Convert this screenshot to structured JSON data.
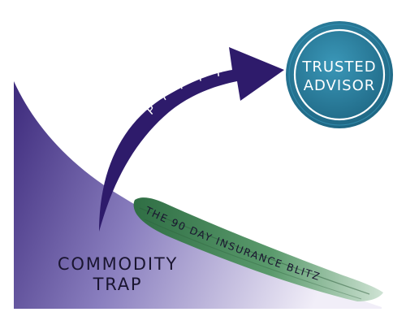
{
  "commodity_trap": {
    "line1": "COMMODITY",
    "line2": "TRAP"
  },
  "steps": {
    "p1": "P",
    "p1_sup": "1",
    "p2": "P",
    "p2_sup": "2",
    "p3": "P",
    "p3_sup": "3",
    "p4": "P",
    "p4_sup": "4",
    "p5": "P",
    "p5_sup": "5"
  },
  "badge": {
    "line1": "TRUSTED",
    "line2": "ADVISOR"
  },
  "blitz": {
    "label": "THE 90 DAY INSURANCE BLITZ"
  },
  "colors": {
    "arrow": "#2e1b6b",
    "badge_outer": "#1d6f8c",
    "badge_inner": "#2a86a6",
    "badge_ring": "#ffffff",
    "trap_dark": "#3d2a7c",
    "trap_light": "#ece8f6",
    "blitz_green": "#3e7d52",
    "label_text": "#1a1530"
  }
}
